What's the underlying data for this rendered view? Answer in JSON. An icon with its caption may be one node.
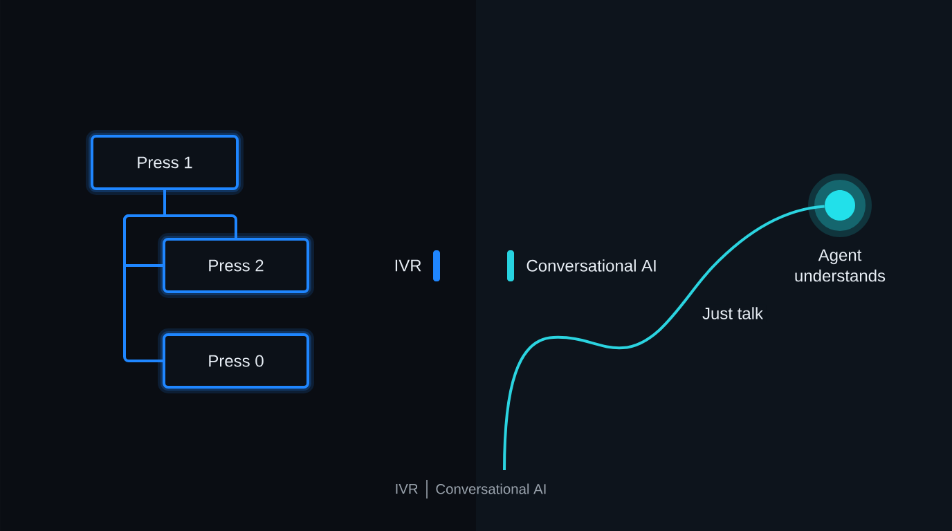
{
  "diagram": {
    "nodes": [
      {
        "text": [
          "Press 1"
        ]
      },
      {
        "text": [
          "Press 2"
        ]
      },
      {
        "text": [
          "Press 0"
        ]
      },
      {
        "text": [],
        "shape": "circle",
        "beside": [
          "Agent understands"
        ]
      }
    ],
    "edges": [
      {
        "from": 0,
        "to": 1,
        "arrow": "none"
      },
      {
        "from": 0,
        "to": 1,
        "arrow": "none"
      },
      {
        "from": 0,
        "to": 2,
        "arrow": "none"
      },
      {
        "from": null,
        "to": 3,
        "arrow": "none",
        "label": "Just talk",
        "color": "#2bd4e0"
      }
    ],
    "labels": [
      "IVR",
      "Conversational AI"
    ],
    "legend": [
      {
        "text": "IVR",
        "color": "#1f86ff"
      },
      {
        "text": "Conversational AI",
        "color": "#27d3e0"
      }
    ]
  }
}
